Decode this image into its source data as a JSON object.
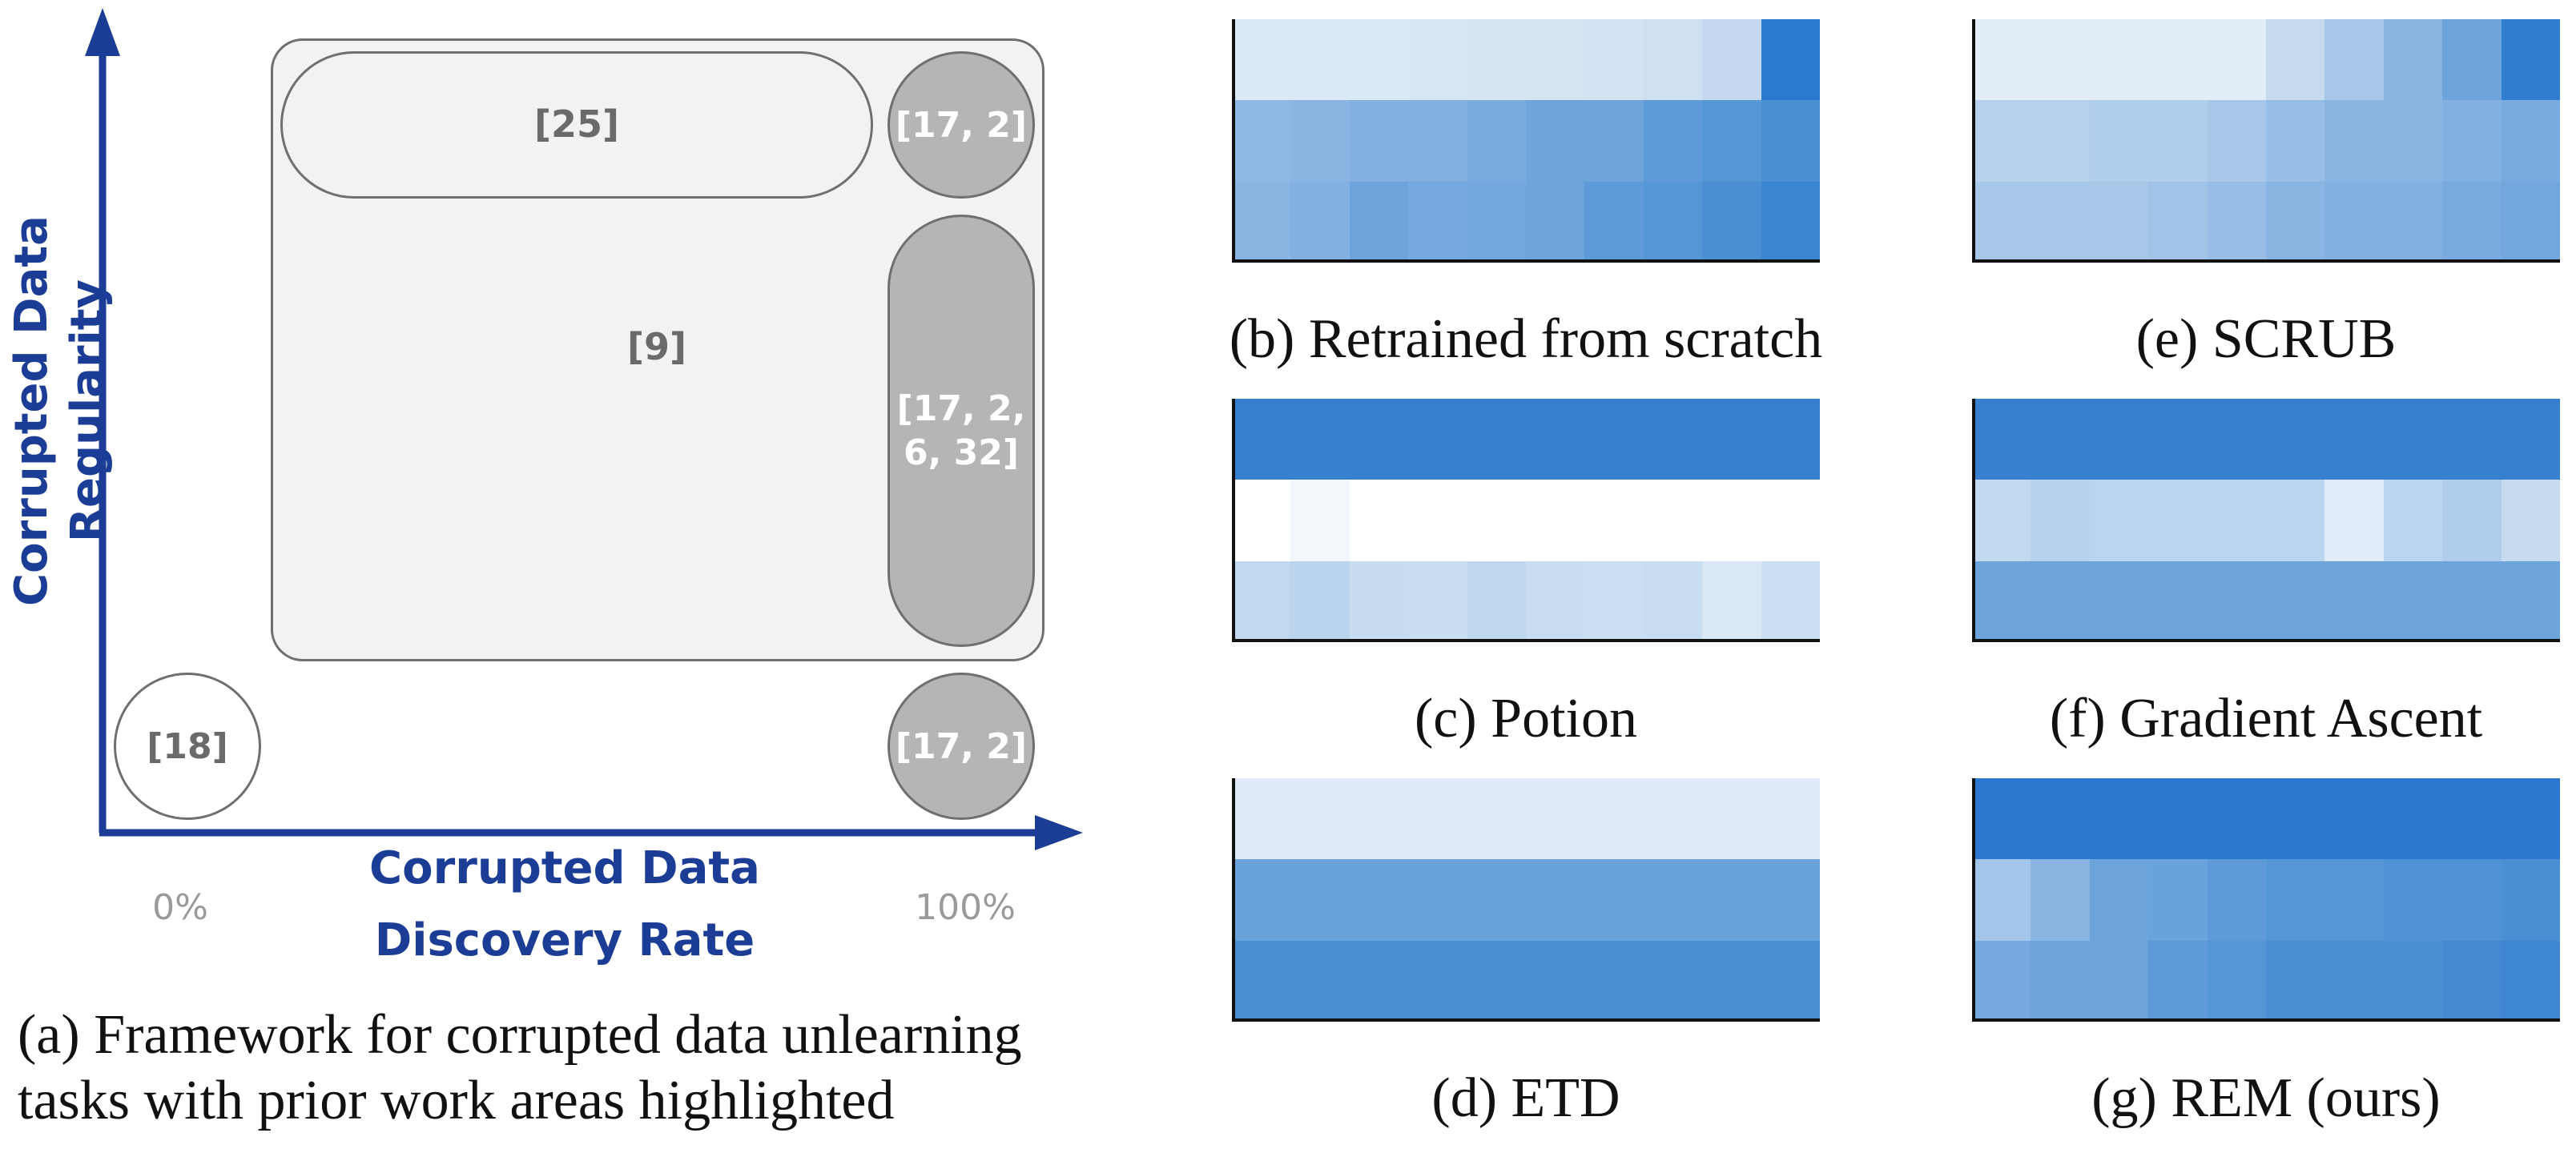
{
  "figure_a": {
    "y_axis_label": "Corrupted Data Regularity",
    "x_axis_label_line1": "Corrupted Data",
    "x_axis_label_line2": "Discovery Rate",
    "x_tick_left": "0%",
    "x_tick_right": "100%",
    "regions": {
      "outer": "[9]",
      "top_bar": "[25]",
      "top_right": "[17, 2]",
      "right_tall": "[17, 2,\n6, 32]",
      "bottom_right": "[17, 2]",
      "bottom_left": "[18]"
    },
    "caption_line1": "(a) Framework for corrupted data unlearning",
    "caption_line2": "tasks with prior work areas highlighted"
  },
  "heatmaps": [
    {
      "id": "b",
      "caption": "(b) Retrained from scratch",
      "rows": [
        [
          "#dbe8f6",
          "#dbe8f6",
          "#dbe8f6",
          "#d8e6f5",
          "#d6e5f4",
          "#d6e5f4",
          "#d3e3f3",
          "#cfe0f2",
          "#c4d9ef",
          "#2a7ad0"
        ],
        [
          "#8fb8e4",
          "#8ab5e3",
          "#82b0e1",
          "#82b0e1",
          "#7aabdf",
          "#6ea4dc",
          "#6ea4dc",
          "#5e9ad8",
          "#5596d6",
          "#4a8fd4"
        ],
        [
          "#8ab5e3",
          "#82b0e1",
          "#6ea4dc",
          "#76a9de",
          "#72a7dd",
          "#6ea4dc",
          "#5e9ad8",
          "#5596d6",
          "#4a8fd4",
          "#3b85d0"
        ]
      ]
    },
    {
      "id": "e",
      "caption": "(e) SCRUB",
      "rows": [
        [
          "#e2edf8",
          "#e2edf8",
          "#e2edf8",
          "#e2edf8",
          "#e2edf8",
          "#c6dbf0",
          "#a8c8ea",
          "#8ab5e3",
          "#6ea4dc",
          "#2f7cd0"
        ],
        [
          "#b6d0ee",
          "#b6d0ee",
          "#b1cdec",
          "#b1cdec",
          "#a8c8ea",
          "#98bde6",
          "#8ab5e3",
          "#8ab5e3",
          "#82b0e1",
          "#7aabdf"
        ],
        [
          "#a8c8ea",
          "#a8c8ea",
          "#a8c8ea",
          "#a1c3e8",
          "#98bde6",
          "#8ab5e3",
          "#82b0e1",
          "#82b0e1",
          "#7aabdf",
          "#72a7dd"
        ]
      ]
    },
    {
      "id": "c",
      "caption": "(c) Potion",
      "rows": [
        [
          "#3780cf",
          "#3780cf",
          "#3780cf",
          "#3780cf",
          "#3780cf",
          "#3780cf",
          "#3780cf",
          "#3780cf",
          "#3780cf",
          "#3780cf"
        ],
        [
          "#ffffff",
          "#f3f7fc",
          "#ffffff",
          "#ffffff",
          "#ffffff",
          "#ffffff",
          "#ffffff",
          "#ffffff",
          "#ffffff",
          "#ffffff"
        ],
        [
          "#c1d8f0",
          "#bad4ee",
          "#c7dcf1",
          "#cadef2",
          "#bfd6ef",
          "#c9ddf2",
          "#cbdef2",
          "#c9ddf2",
          "#dae8f6",
          "#cbdef2"
        ]
      ]
    },
    {
      "id": "f",
      "caption": "(f) Gradient Ascent",
      "rows": [
        [
          "#3780cf",
          "#3780cf",
          "#3780cf",
          "#3780cf",
          "#3780cf",
          "#3780cf",
          "#3780cf",
          "#3780cf",
          "#3780cf",
          "#3780cf"
        ],
        [
          "#c3d9f0",
          "#b6d0ee",
          "#bbd4ef",
          "#bbd4ef",
          "#bbd4ef",
          "#bbd4ef",
          "#e1ecf8",
          "#bbd4ef",
          "#b1cdec",
          "#c6dbf0"
        ],
        [
          "#6ea4dc",
          "#6ea4dc",
          "#6ea4dc",
          "#6ea4dc",
          "#6ea4dc",
          "#6ea4dc",
          "#6ea4dc",
          "#6ea4dc",
          "#6ea4dc",
          "#6ea4dc"
        ]
      ]
    },
    {
      "id": "d",
      "caption": "(d) ETD",
      "rows": [
        [
          "#e0ebf7",
          "#e0ebf7",
          "#e0ebf7",
          "#e0ebf7",
          "#e0ebf7",
          "#e0ebf7",
          "#e0ebf7",
          "#e0ebf7",
          "#e0ebf7",
          "#e0ebf7"
        ],
        [
          "#6aa2db",
          "#6aa2db",
          "#6aa2db",
          "#6aa2db",
          "#6aa2db",
          "#6aa2db",
          "#6aa2db",
          "#6aa2db",
          "#6aa2db",
          "#6aa2db"
        ],
        [
          "#4a8fd4",
          "#4a8fd4",
          "#4a8fd4",
          "#4a8fd4",
          "#4a8fd4",
          "#4a8fd4",
          "#4a8fd4",
          "#4a8fd4",
          "#4a8fd4",
          "#4a8fd4"
        ]
      ]
    },
    {
      "id": "g",
      "caption": "(g) REM (ours)",
      "rows": [
        [
          "#2a78cf",
          "#2a78cf",
          "#2a78cf",
          "#2a78cf",
          "#2a78cf",
          "#2a78cf",
          "#2a78cf",
          "#2a78cf",
          "#2a78cf",
          "#2a78cf"
        ],
        [
          "#a3c5e9",
          "#8ab5e3",
          "#6ea4dc",
          "#6aa2db",
          "#5e9ad8",
          "#5596d6",
          "#5596d6",
          "#4f92d5",
          "#4f92d5",
          "#4a8fd4"
        ],
        [
          "#76a9de",
          "#6ea4dc",
          "#6ea4dc",
          "#5e9ad8",
          "#5596d6",
          "#4a8fd4",
          "#4a8fd4",
          "#4a8fd4",
          "#4589d2",
          "#3f86d1"
        ]
      ]
    }
  ]
}
